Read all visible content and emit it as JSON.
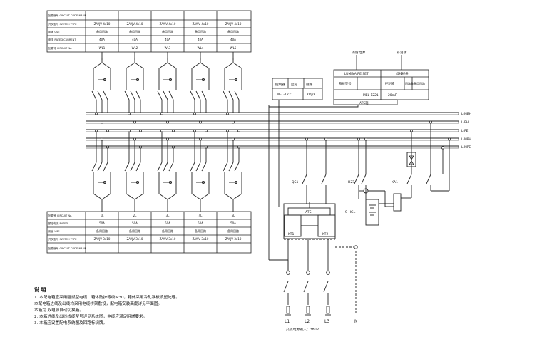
{
  "top_table": {
    "row_labels": [
      "回路编号 CIRCUIT CODE NAME",
      "开关型号 SWITCH TYPE",
      "用途 USE",
      "电流 RATED CURRENT",
      "回路号 CIRCUIT No."
    ],
    "columns": [
      {
        "model": "ZAYJV-4x10",
        "use": "备用回路",
        "current": "40A",
        "code": "WL1"
      },
      {
        "model": "ZAYJV-4x10",
        "use": "备用回路",
        "current": "40A",
        "code": "WL2"
      },
      {
        "model": "ZAYJV-4x10",
        "use": "备用回路",
        "current": "40A",
        "code": "WL3"
      },
      {
        "model": "ZAYJV-4x10",
        "use": "备用回路",
        "current": "40A",
        "code": "WL4"
      },
      {
        "model": "ZAYJV-4x10",
        "use": "备用回路",
        "current": "40A",
        "code": "WL5"
      }
    ]
  },
  "bottom_table": {
    "row_labels": [
      "回路号 CIRCUIT No.",
      "额定电流 RATED",
      "用途 USE",
      "开关型号 SWITCH TYPE",
      "回路编号 CIRCUIT CODE NAME"
    ],
    "columns": [
      {
        "code": "1L",
        "current": "50A",
        "use": "备用回路",
        "model": "ZAYJV-3x10"
      },
      {
        "code": "2L",
        "current": "50A",
        "use": "备用回路",
        "model": "ZAYJV-3x10"
      },
      {
        "code": "3L",
        "current": "50A",
        "use": "备用回路",
        "model": "ZAYJV-3x10"
      },
      {
        "code": "4L",
        "current": "50A",
        "use": "备用回路",
        "model": "ZAYJV-3x10"
      },
      {
        "code": "5L",
        "current": "50A",
        "use": "备用回路",
        "model": "ZAYJV-3x10"
      }
    ]
  },
  "small_box": {
    "headers": [
      "控制器",
      "型号",
      "规格"
    ],
    "values": [
      "MEL-1221",
      "KDJ/E"
    ]
  },
  "right_box": {
    "above_labels": [
      "消防电源",
      "非消防"
    ],
    "title": "LUMINAIRE SET",
    "right_title": "母线规格",
    "cells": [
      "系统型号",
      "控制箱",
      "回路数",
      "备用回路"
    ],
    "values": [
      "MEL-1221",
      "20mF"
    ],
    "bottom_label": "ATS箱"
  },
  "bus_labels": [
    "L-MBH",
    "L-PH",
    "L-PE",
    "L-MPH",
    "L-MPE"
  ],
  "device_labels": {
    "qs1": "QS1",
    "qs2": "HZ1",
    "qs3": "KA1",
    "ats": "ATS",
    "ats_left": "KT1",
    "ats_right": "KT2",
    "ats_side": "S-HGL"
  },
  "input_labels": [
    "L1",
    "L2",
    "L3",
    "N"
  ],
  "input_note": "交流电源输入：380V",
  "notes": {
    "title": "说 明",
    "lines": [
      "1. 本配电箱应采用阻燃型电缆，箱体防护等级IP30，箱体采用冷轧钢板喷塑处理。",
      "   本配电箱进线及出线均采用电缆桥架敷设，配电箱安装高度详见平面图。",
      "   本箱为 双电源自动切换箱。",
      "2. 本箱进线及出线线缆型号详见系统图，电缆应满足阻燃要求。",
      "3. 本箱应设置配电系统图及回路标识牌。"
    ]
  }
}
